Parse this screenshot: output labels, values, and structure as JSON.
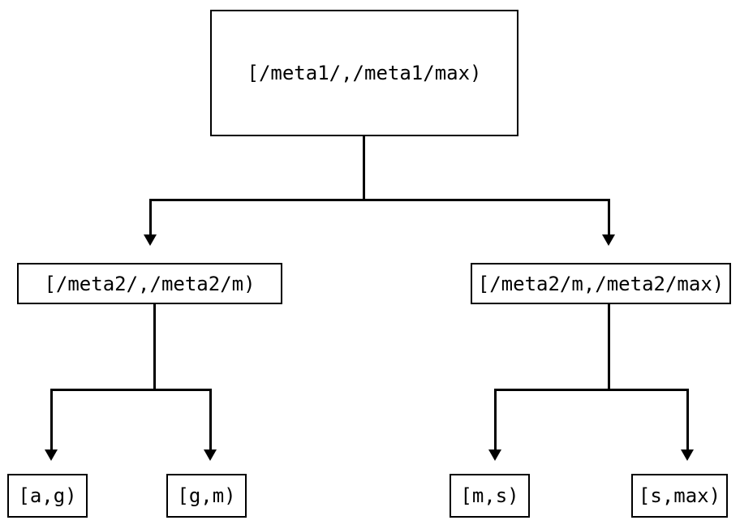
{
  "diagram": {
    "type": "tree",
    "title": "",
    "background_color": "#ffffff",
    "stroke_color": "#000000",
    "text_color": "#000000",
    "nodes": {
      "root": {
        "label": "[/meta1/,/meta1/max)",
        "level": 0
      },
      "level2_left": {
        "label": "[/meta2/,/meta2/m)",
        "level": 1
      },
      "level2_right": {
        "label": "[/meta2/m,/meta2/max)",
        "level": 1
      },
      "leaf_a_g": {
        "label": "[a,g)",
        "level": 2
      },
      "leaf_g_m": {
        "label": "[g,m)",
        "level": 2
      },
      "leaf_m_s": {
        "label": "[m,s)",
        "level": 2
      },
      "leaf_s_max": {
        "label": "[s,max)",
        "level": 2
      }
    }
  }
}
